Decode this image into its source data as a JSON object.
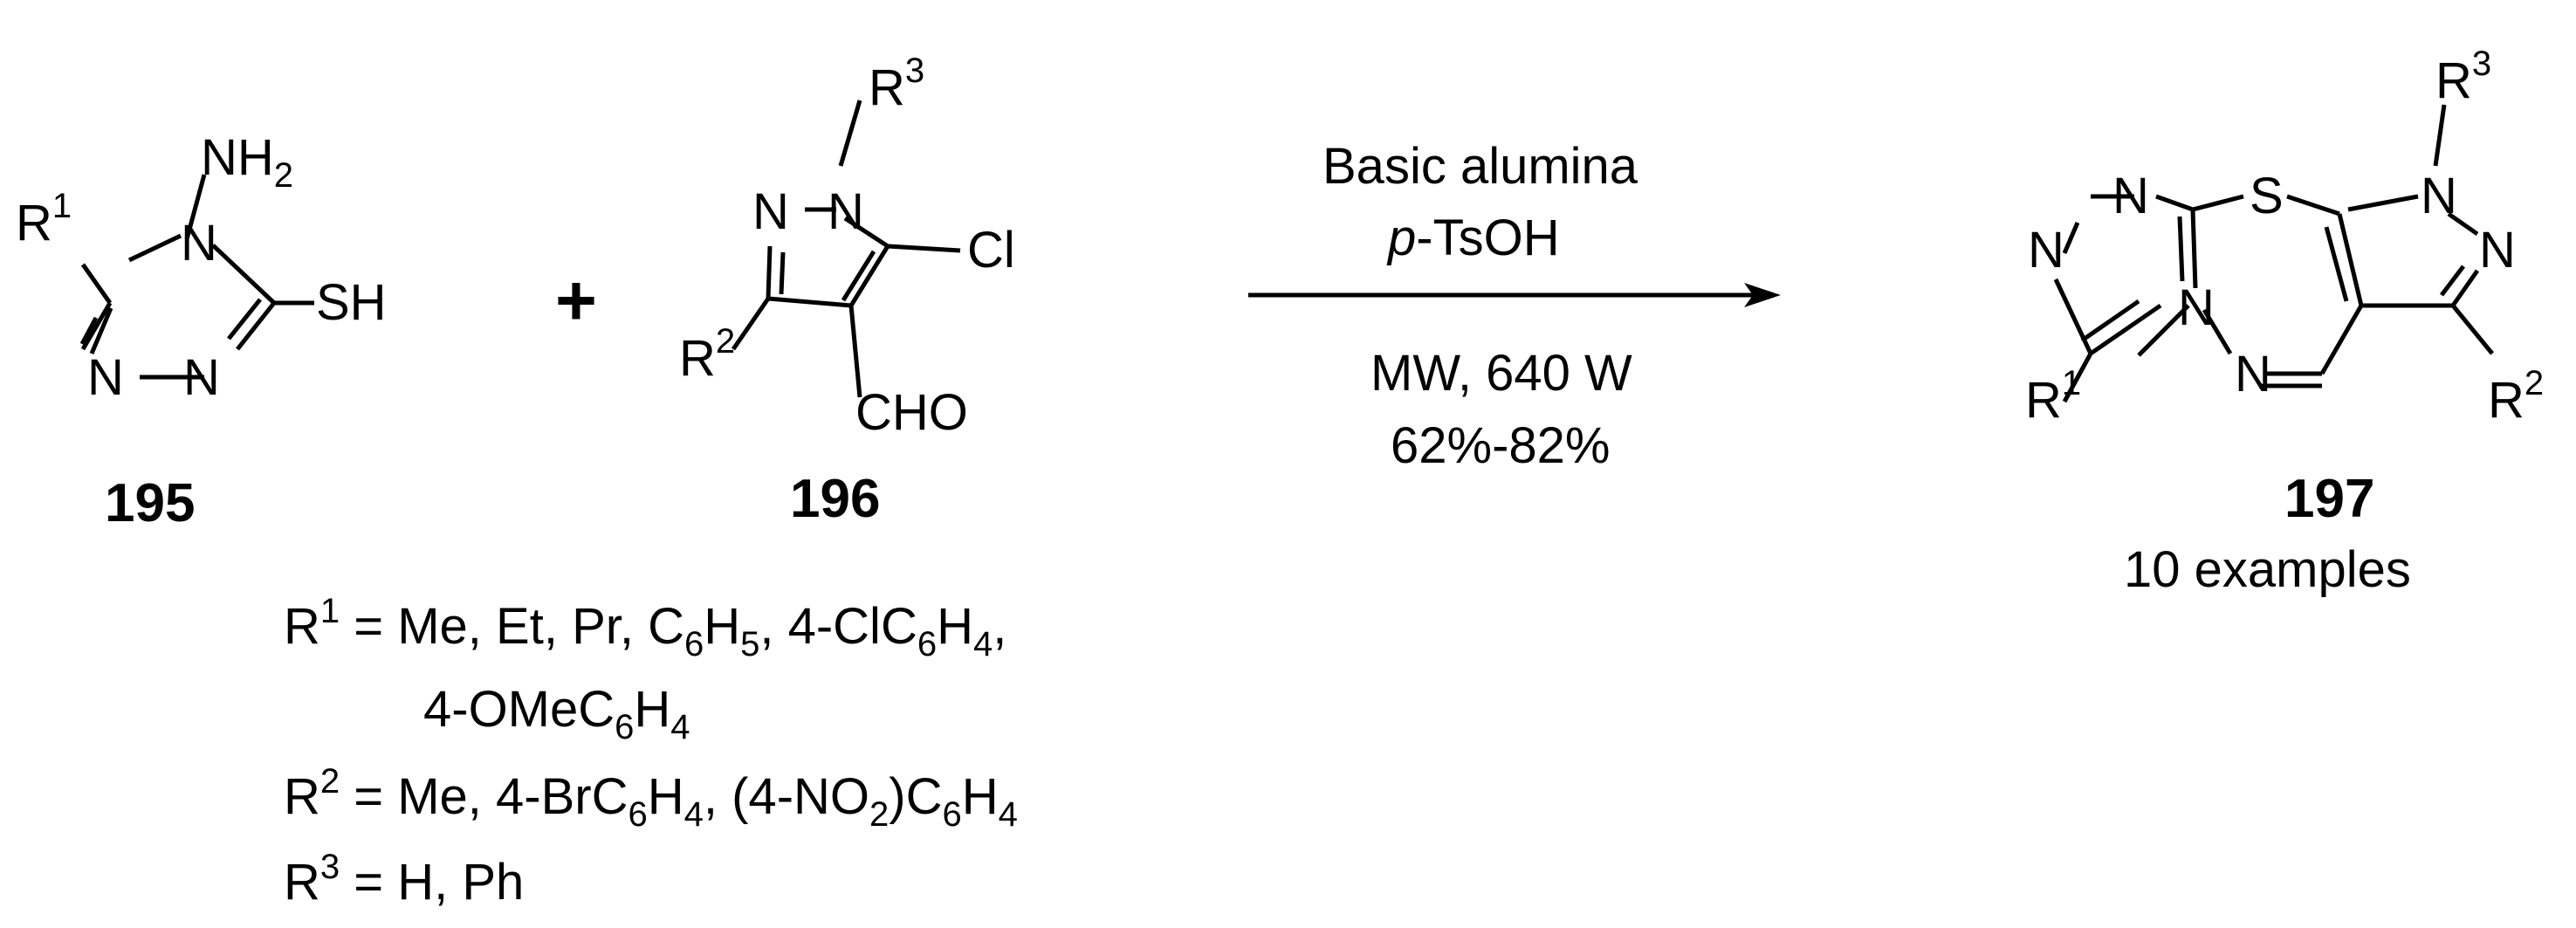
{
  "reactant1": {
    "label": "195",
    "atoms": {
      "nh2": "NH",
      "nh2_sub": "2",
      "n4": "N",
      "r1": "R",
      "r1_sup": "1",
      "sh": "SH",
      "n1": "N",
      "n2": "N"
    }
  },
  "plus": "+",
  "reactant2": {
    "label": "196",
    "atoms": {
      "r3": "R",
      "r3_sup": "3",
      "n1": "N",
      "n2": "N",
      "cl": "Cl",
      "r2": "R",
      "r2_sup": "2",
      "cho": "CHO"
    }
  },
  "conditions": {
    "line1": "Basic alumina",
    "line2_italic": "p",
    "line2_rest": "-TsOH",
    "line3": "MW, 640 W",
    "line4": "62%-82%"
  },
  "product": {
    "label": "197",
    "examples": "10 examples",
    "atoms": {
      "n_a": "N",
      "n_b": "N",
      "n_c": "N",
      "n_d": "N",
      "s": "S",
      "n_e": "N",
      "n_f": "N",
      "r3": "R",
      "r3_sup": "3",
      "r1": "R",
      "r1_sup": "1",
      "r2": "R",
      "r2_sup": "2"
    }
  },
  "substituents": {
    "r1": {
      "R": "R",
      "sup": "1",
      "t1": " = Me, Et, Pr, C",
      "s1": "6",
      "t2": "H",
      "s2": "5",
      "t3": ", 4-ClC",
      "s3": "6",
      "t4": "H",
      "s4": "4",
      "t5": ","
    },
    "r1_cont": {
      "t1": "4-OMeC",
      "s1": "6",
      "t2": "H",
      "s2": "4"
    },
    "r2": {
      "R": "R",
      "sup": "2",
      "t1": " = Me, 4-BrC",
      "s1": "6",
      "t2": "H",
      "s2": "4",
      "t3": ", (4-NO",
      "s3": "2",
      "t4": ")C",
      "s4": "6",
      "t5": "H",
      "s5": "4"
    },
    "r3": {
      "R": "R",
      "sup": "3",
      "t1": " = H, Ph"
    }
  }
}
